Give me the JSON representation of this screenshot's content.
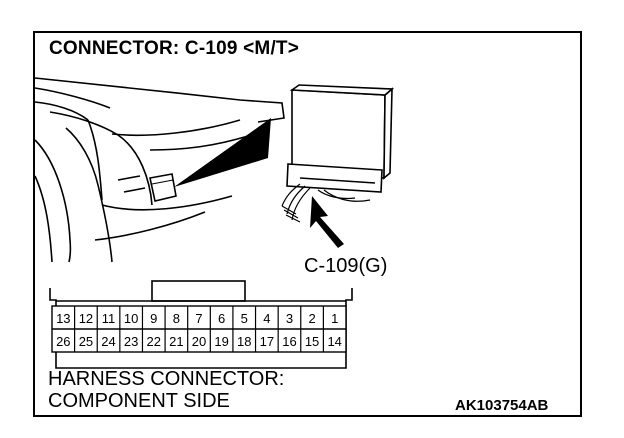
{
  "title": "CONNECTOR: C-109 <M/T>",
  "callout_label": "C-109(G)",
  "connector": {
    "top_row": [
      "13",
      "12",
      "11",
      "10",
      "9",
      "8",
      "7",
      "6",
      "5",
      "4",
      "3",
      "2",
      "1"
    ],
    "bottom_row": [
      "26",
      "25",
      "24",
      "23",
      "22",
      "21",
      "20",
      "19",
      "18",
      "17",
      "16",
      "15",
      "14"
    ]
  },
  "footer": {
    "line1": "HARNESS CONNECTOR:",
    "line2": "COMPONENT SIDE"
  },
  "figure_code": "AK103754AB"
}
